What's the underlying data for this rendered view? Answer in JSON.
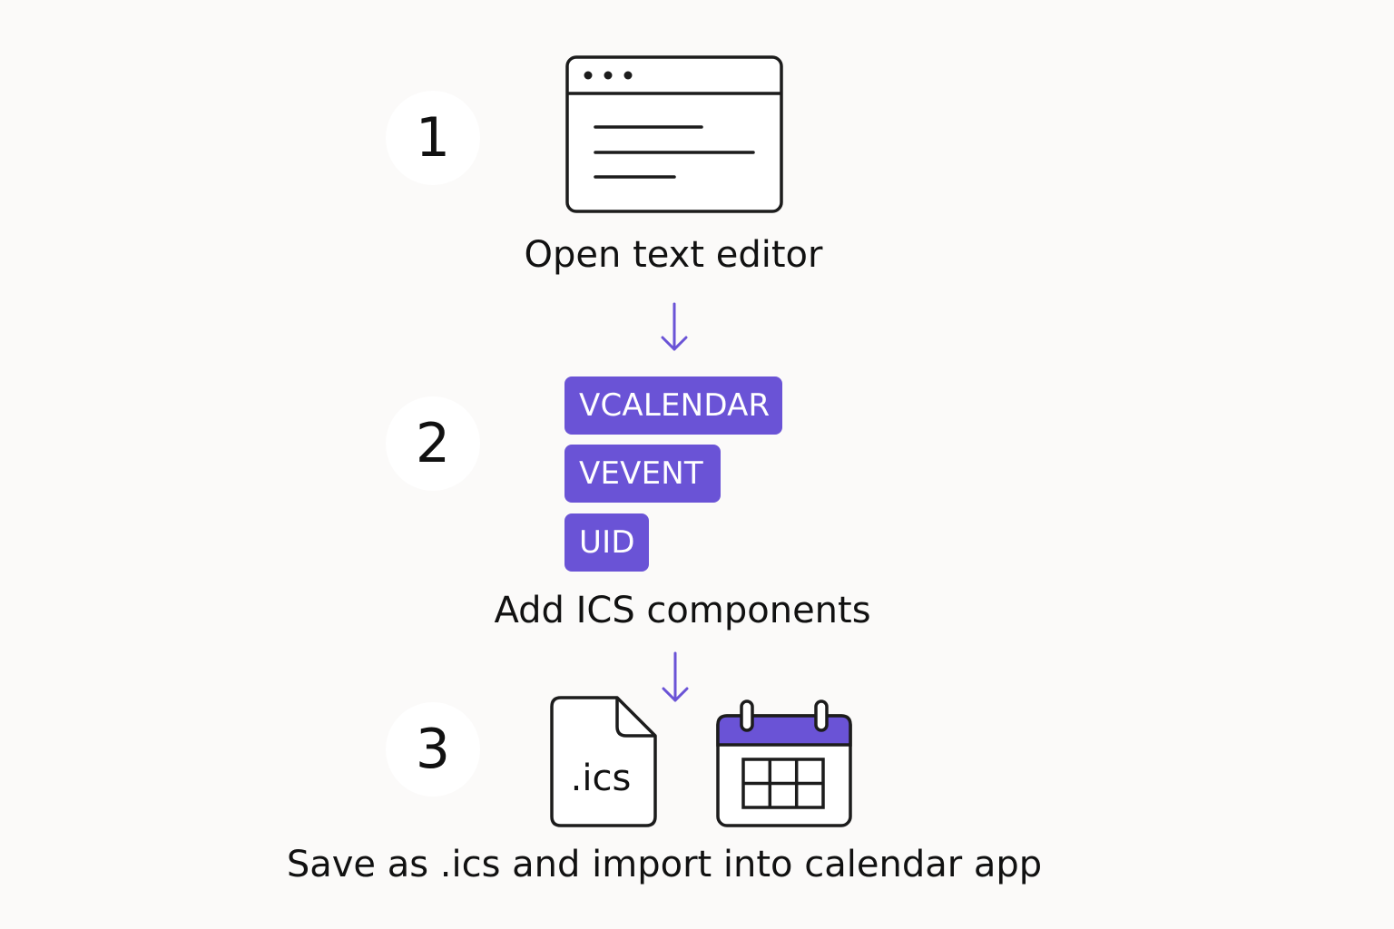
{
  "colors": {
    "background": "#fbfaf9",
    "accent": "#6a53d6",
    "stroke": "#1c1c1c",
    "text": "#111111"
  },
  "steps": [
    {
      "number": "1",
      "label": "Open text editor",
      "icon": "text-editor-window-icon"
    },
    {
      "number": "2",
      "label": "Add ICS components",
      "chips": [
        "VCALENDAR",
        "VEVENT",
        "UID"
      ]
    },
    {
      "number": "3",
      "label": "Save as .ics and import into calendar app",
      "file_icon_text": ".ics",
      "icons": [
        "ics-file-icon",
        "calendar-icon"
      ]
    }
  ],
  "arrows": [
    "arrow-down-icon",
    "arrow-down-icon"
  ]
}
